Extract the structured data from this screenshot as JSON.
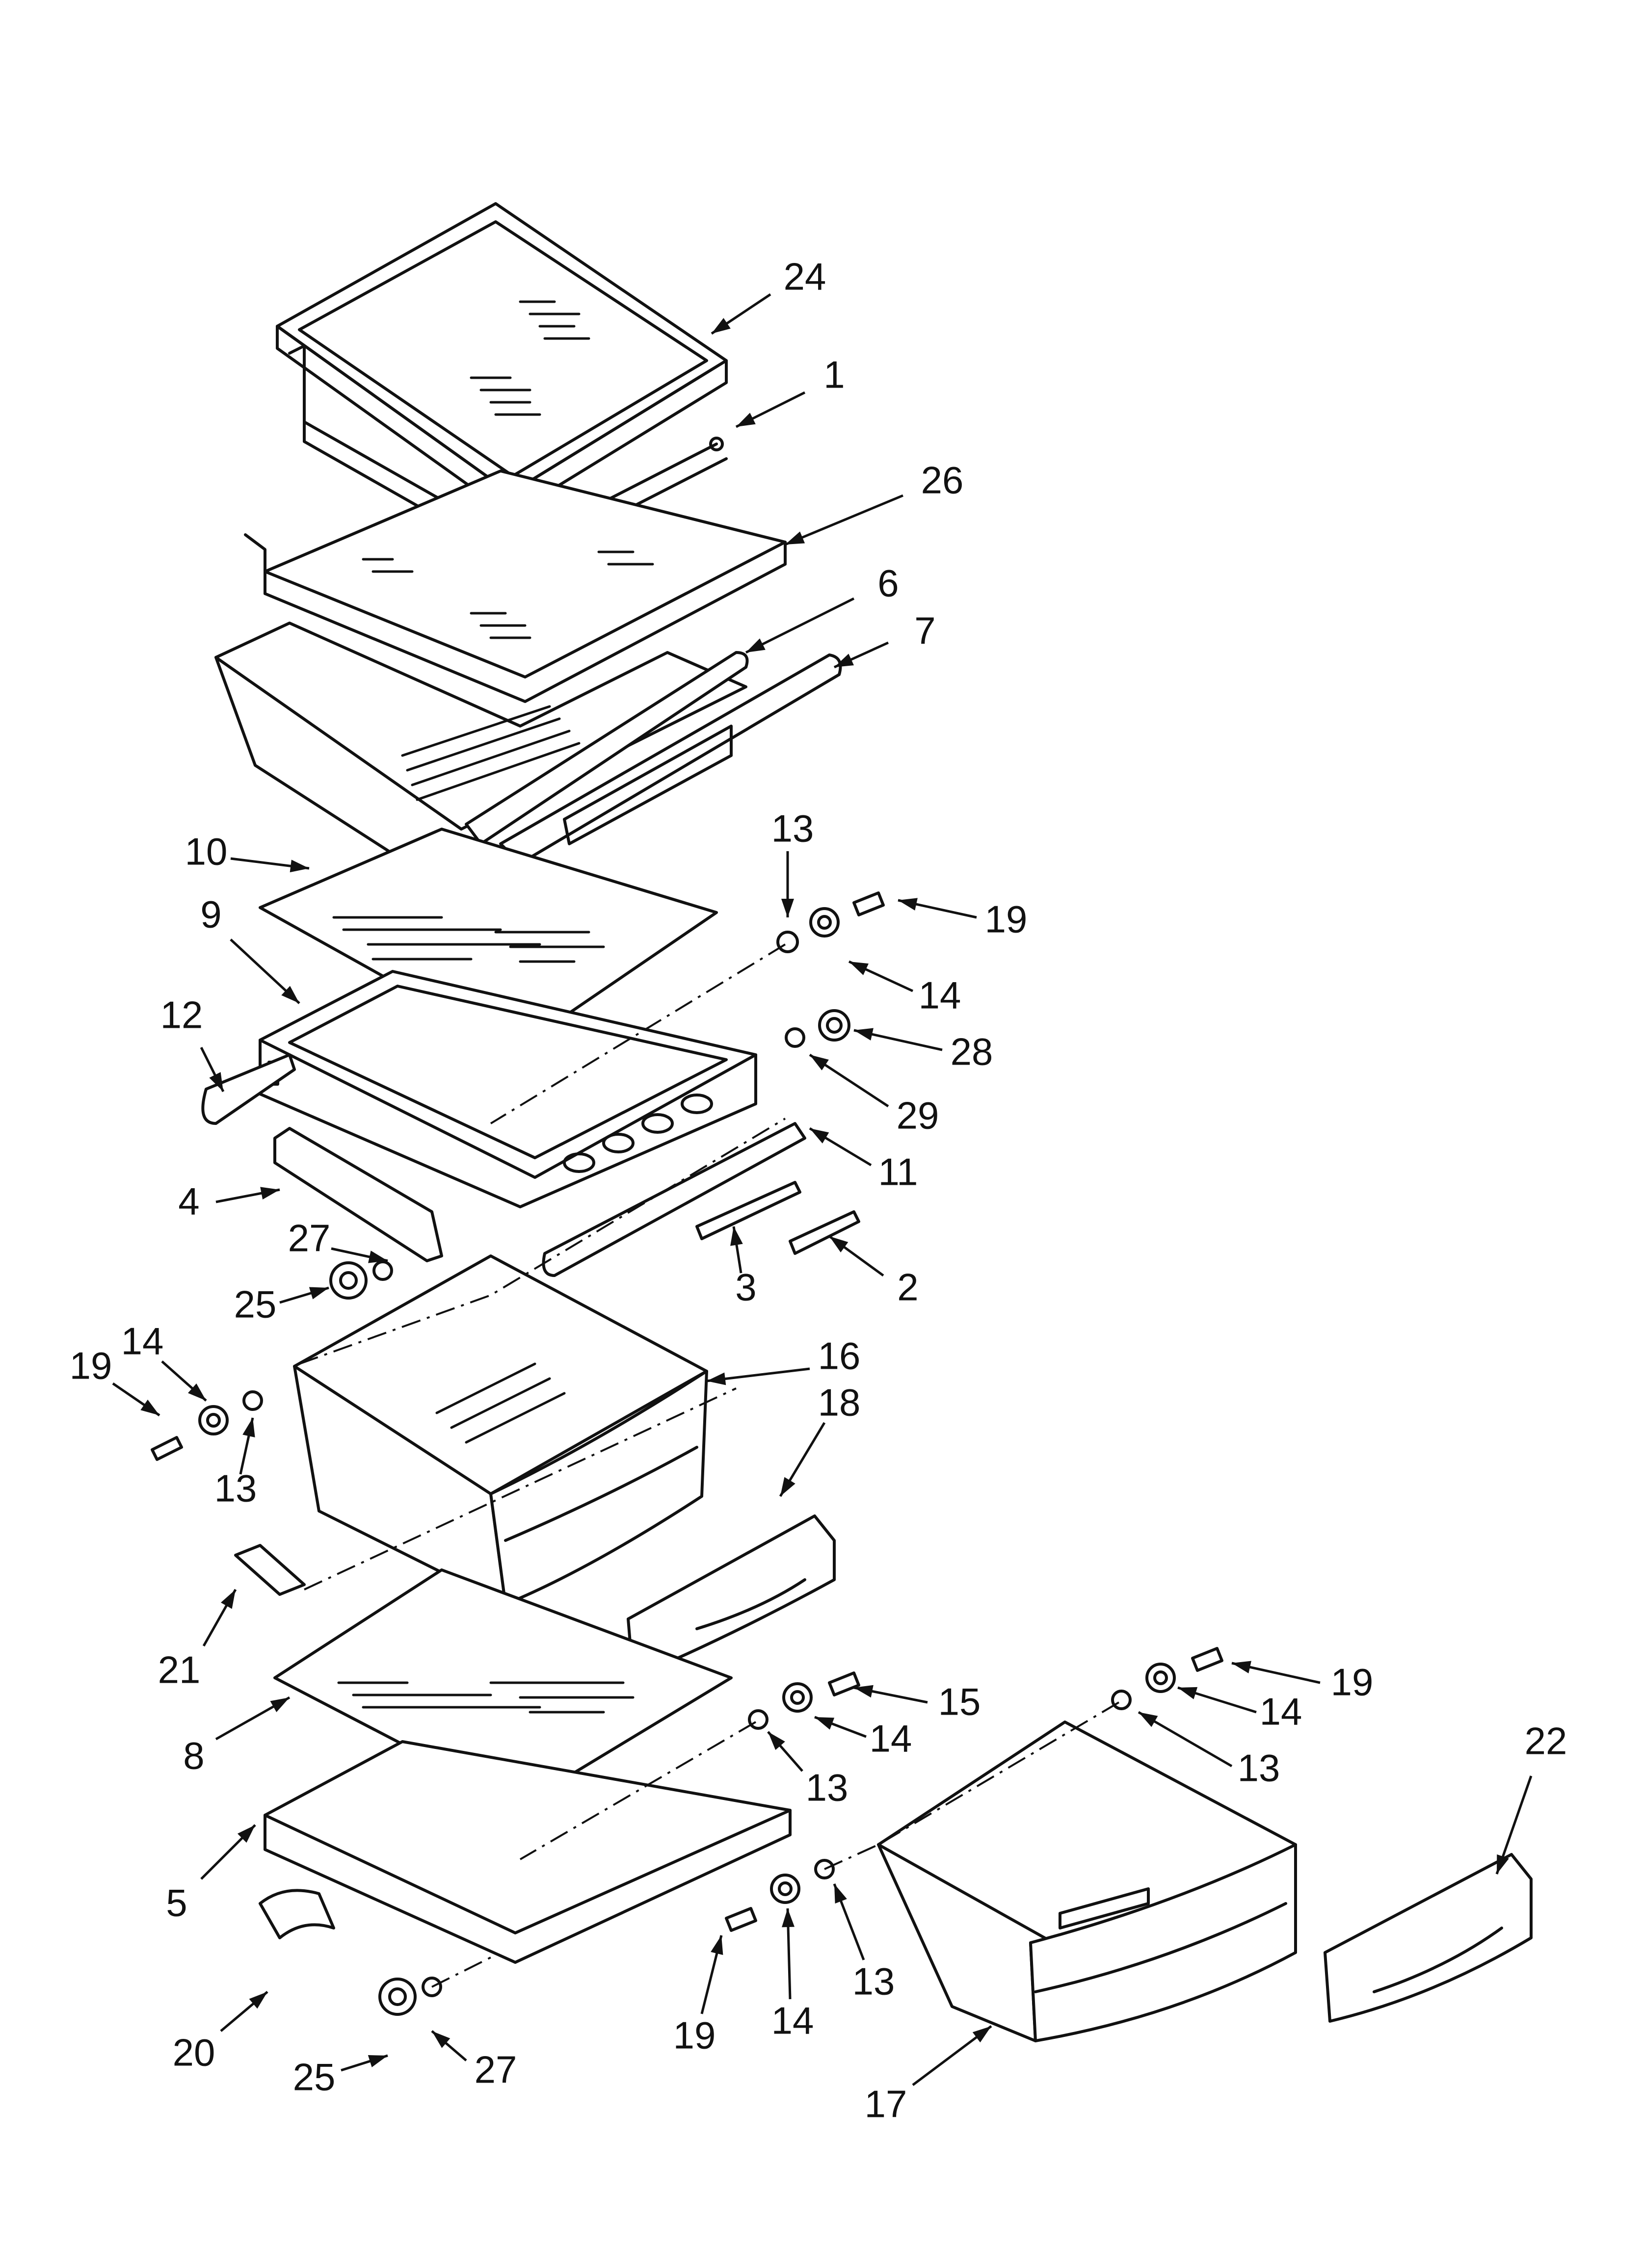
{
  "diagram": {
    "callouts": [
      "24",
      "1",
      "26",
      "6",
      "7",
      "13",
      "19",
      "10",
      "9",
      "14",
      "28",
      "12",
      "29",
      "11",
      "4",
      "27",
      "3",
      "2",
      "25",
      "19",
      "14",
      "16",
      "18",
      "13",
      "21",
      "15",
      "19",
      "14",
      "8",
      "14",
      "13",
      "13",
      "22",
      "5",
      "19",
      "14",
      "13",
      "20",
      "25",
      "27",
      "17"
    ]
  }
}
